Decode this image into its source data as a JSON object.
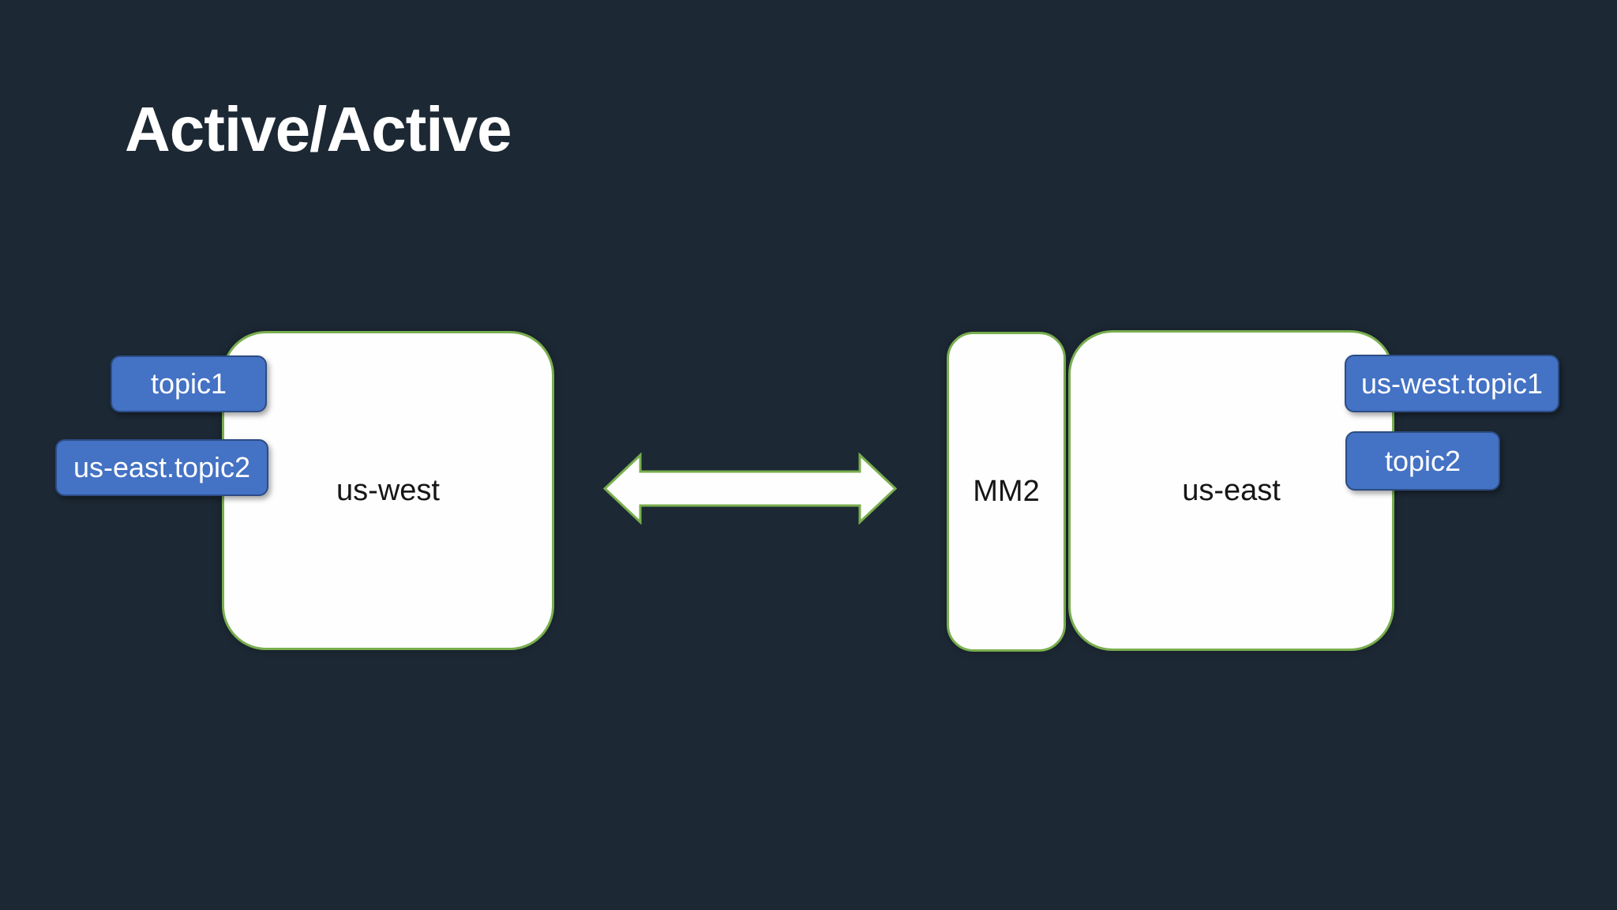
{
  "title": "Active/Active",
  "clusters": {
    "us_west": {
      "label": "us-west"
    },
    "mm2": {
      "label": "MM2"
    },
    "us_east": {
      "label": "us-east"
    }
  },
  "badges": {
    "west_topic1": {
      "label": "topic1"
    },
    "west_mirrored_topic2": {
      "label": "us-east.topic2"
    },
    "east_mirrored_topic1": {
      "label": "us-west.topic1"
    },
    "east_topic2": {
      "label": "topic2"
    }
  },
  "arrow": {
    "direction": "bidirectional"
  },
  "colors": {
    "background": "#1c2834",
    "box_fill": "#fefefe",
    "box_border": "#79ae4e",
    "box_text": "#161616",
    "badge_fill": "#4472c4",
    "badge_border": "#2c4c84",
    "badge_text": "#ffffff",
    "title_text": "#ffffff"
  }
}
